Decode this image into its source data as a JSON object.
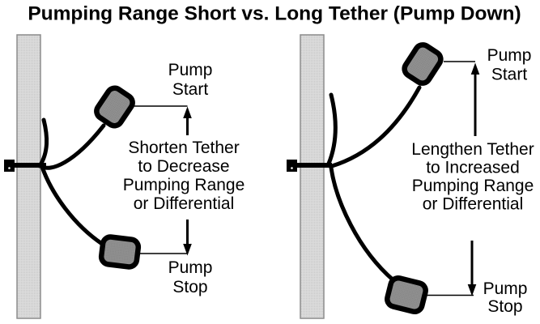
{
  "title": "Pumping Range Short vs. Long Tether (Pump Down)",
  "colors": {
    "background": "#ffffff",
    "pipe_fill": "#dcdcdc",
    "pipe_dot": "#c6c6c6",
    "pipe_border": "#8c8c8c",
    "float_fill": "#909090",
    "float_dot": "#828282",
    "line_color": "#000000",
    "text_color": "#000000"
  },
  "left_diagram": {
    "pump_start_lines": [
      "Pump",
      "Start"
    ],
    "note_lines": [
      "Shorten Tether",
      "to Decrease",
      "Pumping Range",
      "or Differential"
    ],
    "pump_stop_lines": [
      "Pump",
      "Stop"
    ]
  },
  "right_diagram": {
    "pump_start_lines": [
      "Pump",
      "Start"
    ],
    "note_lines": [
      "Lengthen Tether",
      "to Increased",
      "Pumping Range",
      "or Differential"
    ],
    "pump_stop_lines": [
      "Pump",
      "Stop"
    ]
  }
}
